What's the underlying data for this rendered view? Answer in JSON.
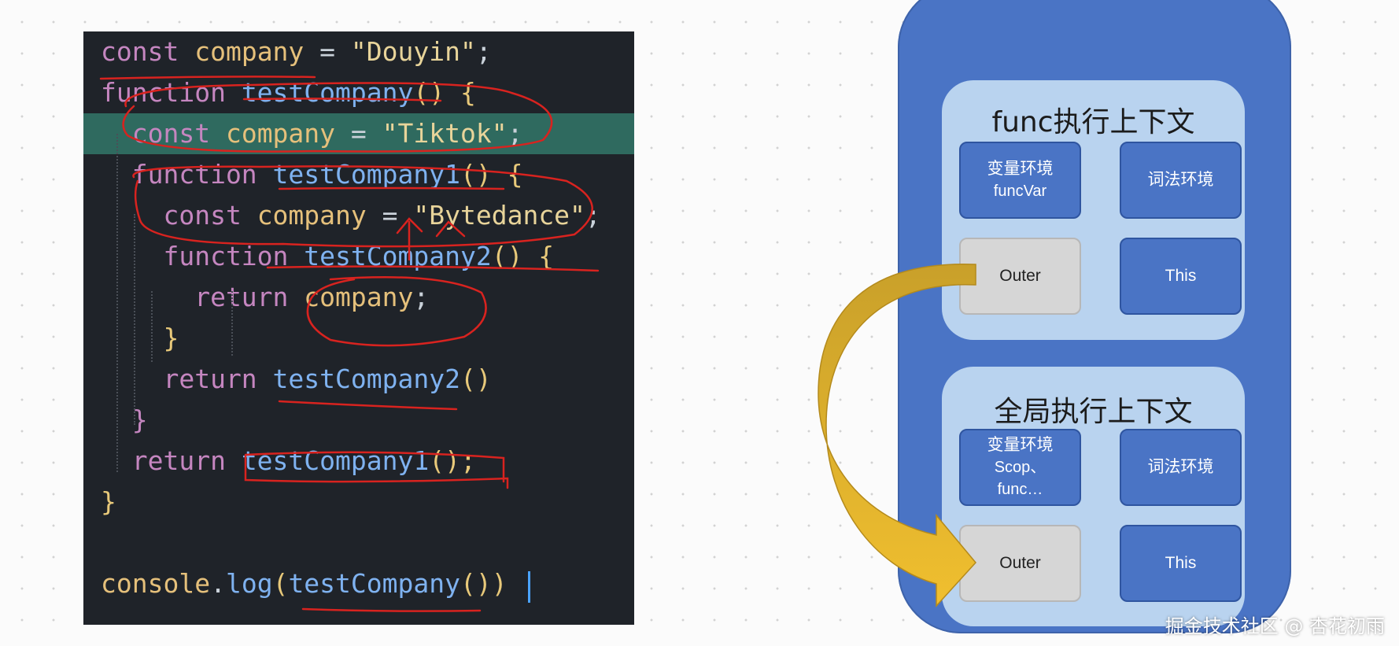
{
  "code": {
    "lines": [
      {
        "tokens": [
          {
            "t": "const ",
            "c": "kw"
          },
          {
            "t": "company",
            "c": "var"
          },
          {
            "t": " = ",
            "c": "op"
          },
          {
            "t": "\"Douyin\"",
            "c": "str"
          },
          {
            "t": ";",
            "c": "op"
          }
        ]
      },
      {
        "tokens": [
          {
            "t": "function ",
            "c": "kw"
          },
          {
            "t": "testCompany",
            "c": "fn"
          },
          {
            "t": "() {",
            "c": "punc"
          }
        ]
      },
      {
        "tokens": [
          {
            "t": "  const ",
            "c": "kw"
          },
          {
            "t": "company",
            "c": "var"
          },
          {
            "t": " = ",
            "c": "op"
          },
          {
            "t": "\"Tiktok\"",
            "c": "str"
          },
          {
            "t": ";",
            "c": "op"
          }
        ]
      },
      {
        "tokens": [
          {
            "t": "  function ",
            "c": "kw"
          },
          {
            "t": "testCompany1",
            "c": "fn"
          },
          {
            "t": "() {",
            "c": "punc"
          }
        ]
      },
      {
        "tokens": [
          {
            "t": "    const ",
            "c": "kw"
          },
          {
            "t": "company",
            "c": "var"
          },
          {
            "t": " = ",
            "c": "op"
          },
          {
            "t": "\"Bytedance\"",
            "c": "str"
          },
          {
            "t": ";",
            "c": "op"
          }
        ]
      },
      {
        "tokens": [
          {
            "t": "    function ",
            "c": "kw"
          },
          {
            "t": "testCompany2",
            "c": "fn"
          },
          {
            "t": "() {",
            "c": "punc"
          }
        ]
      },
      {
        "tokens": [
          {
            "t": "      return ",
            "c": "kw"
          },
          {
            "t": "company",
            "c": "var"
          },
          {
            "t": ";",
            "c": "op"
          }
        ]
      },
      {
        "tokens": [
          {
            "t": "    }",
            "c": "punc"
          }
        ]
      },
      {
        "tokens": [
          {
            "t": "    return ",
            "c": "kw"
          },
          {
            "t": "testCompany2",
            "c": "fn"
          },
          {
            "t": "()",
            "c": "punc"
          }
        ]
      },
      {
        "tokens": [
          {
            "t": "  }",
            "c": "brace"
          }
        ]
      },
      {
        "tokens": [
          {
            "t": "  return ",
            "c": "kw"
          },
          {
            "t": "testCompany1",
            "c": "fn"
          },
          {
            "t": "();",
            "c": "punc"
          }
        ]
      },
      {
        "tokens": [
          {
            "t": "}",
            "c": "punc"
          }
        ]
      },
      {
        "tokens": []
      },
      {
        "tokens": [
          {
            "t": "console",
            "c": "obj"
          },
          {
            "t": ".",
            "c": "op"
          },
          {
            "t": "log",
            "c": "fn"
          },
          {
            "t": "(",
            "c": "punc"
          },
          {
            "t": "testCompany",
            "c": "fn"
          },
          {
            "t": "()",
            "c": "punc"
          },
          {
            "t": ")",
            "c": "punc"
          }
        ]
      }
    ],
    "highlighted_line": 2
  },
  "diagram": {
    "func_context": {
      "title": "func执行上下文",
      "variable_env": {
        "label": "变量环境",
        "sub": "funcVar"
      },
      "lexical_env": {
        "label": "词法环境"
      },
      "outer": {
        "label": "Outer"
      },
      "this": {
        "label": "This"
      }
    },
    "global_context": {
      "title": "全局执行上下文",
      "variable_env": {
        "label": "变量环境",
        "sub": "Scop、",
        "sub2": "func…"
      },
      "lexical_env": {
        "label": "词法环境"
      },
      "outer": {
        "label": "Outer"
      },
      "this": {
        "label": "This"
      }
    },
    "colors": {
      "stack": "#4a74c5",
      "context": "#b9d3ef",
      "outer_cell": "#d6d6d6",
      "arrow": "#e6b42e",
      "annotation": "#d8231f"
    }
  },
  "watermark": "掘金技术社区 @ 杏花初雨"
}
